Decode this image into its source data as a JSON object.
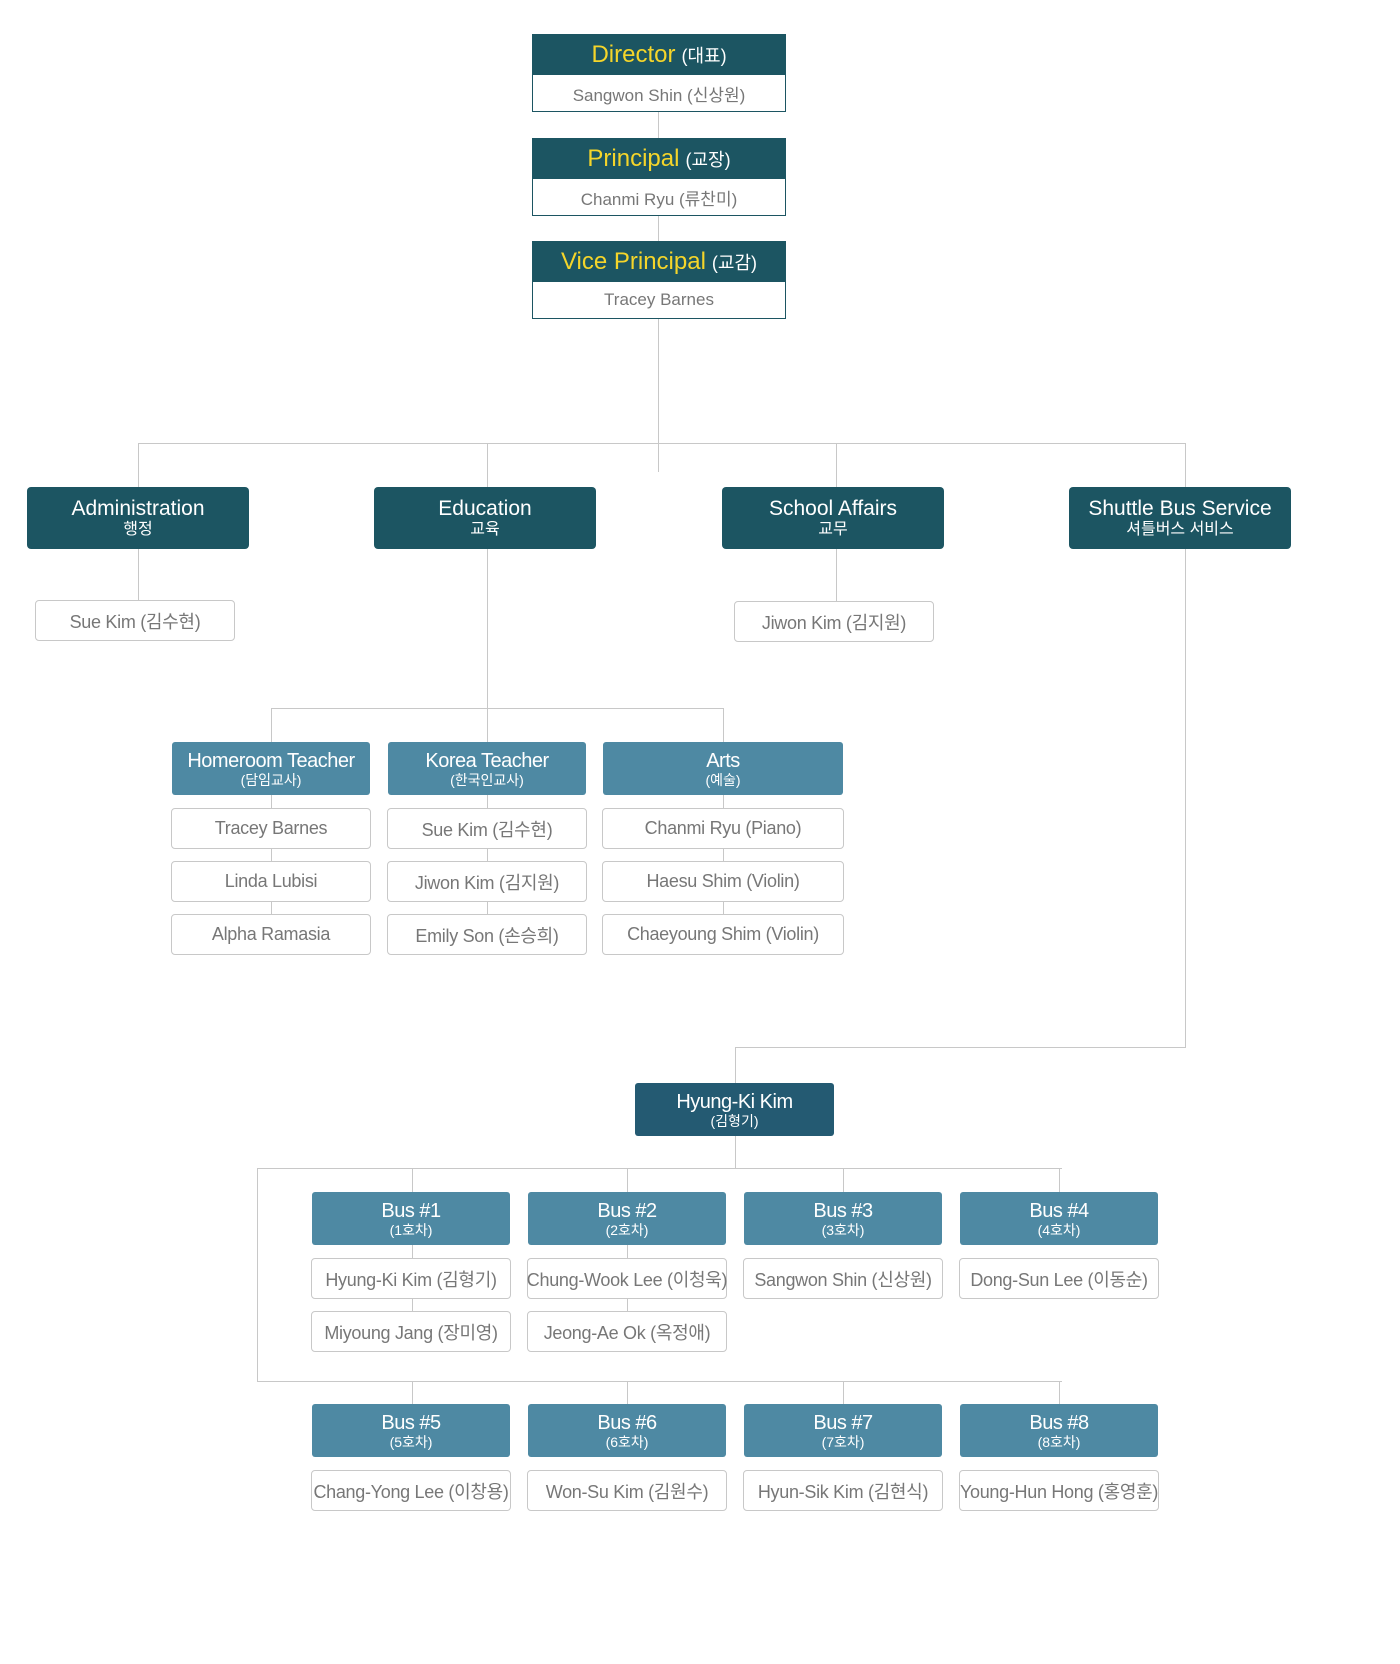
{
  "top": [
    {
      "key": "director",
      "title": "Director",
      "title_ko": "(대표)",
      "person": "Sangwon Shin (신상원)"
    },
    {
      "key": "principal",
      "title": "Principal",
      "title_ko": "(교장)",
      "person": "Chanmi Ryu (류찬미)"
    },
    {
      "key": "vice-principal",
      "title": "Vice Principal",
      "title_ko": "(교감)",
      "person": "Tracey Barnes"
    }
  ],
  "departments": [
    {
      "key": "administration",
      "title": "Administration",
      "title_ko": "행정",
      "members": [
        "Sue Kim (김수현)"
      ]
    },
    {
      "key": "education",
      "title": "Education",
      "title_ko": "교육",
      "members": []
    },
    {
      "key": "school-affairs",
      "title": "School Affairs",
      "title_ko": "교무",
      "members": [
        "Jiwon Kim (김지원)"
      ]
    },
    {
      "key": "shuttle-bus-service",
      "title": "Shuttle Bus Service",
      "title_ko": "셔틀버스 서비스",
      "members": []
    }
  ],
  "education_groups": [
    {
      "key": "homeroom-teacher",
      "title": "Homeroom Teacher",
      "title_ko": "(담임교사)",
      "members": [
        "Tracey Barnes",
        "Linda Lubisi",
        "Alpha Ramasia"
      ]
    },
    {
      "key": "korea-teacher",
      "title": "Korea Teacher",
      "title_ko": "(한국인교사)",
      "members": [
        "Sue Kim (김수현)",
        "Jiwon Kim (김지원)",
        "Emily Son (손승희)"
      ]
    },
    {
      "key": "arts",
      "title": "Arts",
      "title_ko": "(예술)",
      "members": [
        "Chanmi Ryu (Piano)",
        "Haesu Shim (Violin)",
        "Chaeyoung Shim (Violin)"
      ]
    }
  ],
  "shuttle_lead": {
    "name": "Hyung-Ki Kim",
    "name_ko": "(김형기)"
  },
  "buses": [
    {
      "key": "bus-1",
      "title": "Bus #1",
      "title_ko": "(1호차)",
      "members": [
        "Hyung-Ki Kim (김형기)",
        "Miyoung Jang (장미영)"
      ]
    },
    {
      "key": "bus-2",
      "title": "Bus #2",
      "title_ko": "(2호차)",
      "members": [
        "Chung-Wook Lee (이청욱)",
        "Jeong-Ae Ok (옥정애)"
      ]
    },
    {
      "key": "bus-3",
      "title": "Bus #3",
      "title_ko": "(3호차)",
      "members": [
        "Sangwon Shin (신상원)"
      ]
    },
    {
      "key": "bus-4",
      "title": "Bus #4",
      "title_ko": "(4호차)",
      "members": [
        "Dong-Sun Lee (이동순)"
      ]
    },
    {
      "key": "bus-5",
      "title": "Bus #5",
      "title_ko": "(5호차)",
      "members": [
        "Chang-Yong Lee (이창용)"
      ]
    },
    {
      "key": "bus-6",
      "title": "Bus #6",
      "title_ko": "(6호차)",
      "members": [
        "Won-Su Kim (김원수)"
      ]
    },
    {
      "key": "bus-7",
      "title": "Bus #7",
      "title_ko": "(7호차)",
      "members": [
        "Hyun-Sik Kim (김현식)"
      ]
    },
    {
      "key": "bus-8",
      "title": "Bus #8",
      "title_ko": "(8호차)",
      "members": [
        "Young-Hun Hong (홍영훈)"
      ]
    }
  ]
}
